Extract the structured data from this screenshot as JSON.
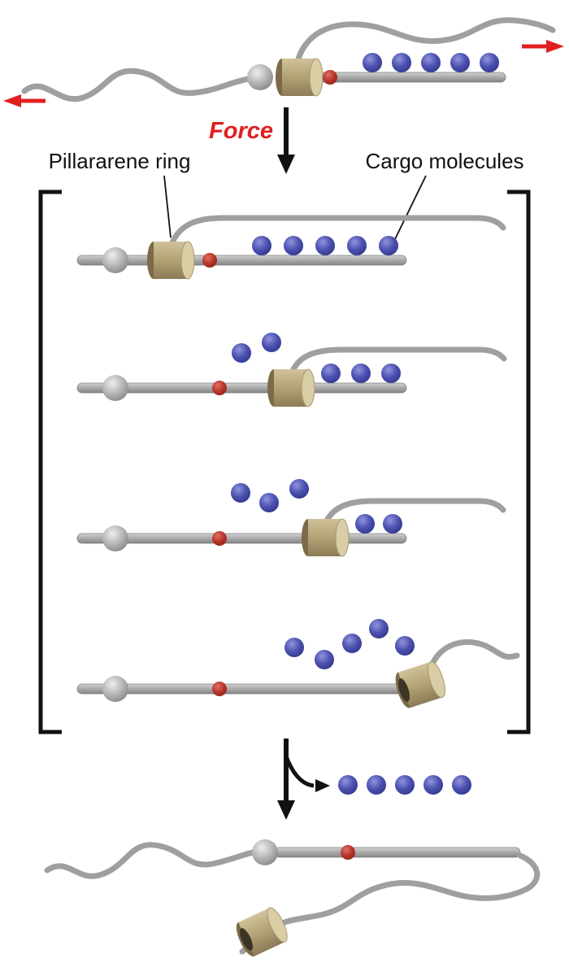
{
  "figure": {
    "force_label": "Force",
    "ring_label": "Pillararene ring",
    "cargo_label": "Cargo molecules"
  },
  "colors": {
    "cargo_blue": "#3a3f9c",
    "ring_tan": "#b2a275",
    "axle_gray": "#a8a8a8",
    "accent_red": "#e01f1f",
    "bead_red": "#b03026",
    "outline_black": "#111111",
    "background": "#ffffff"
  },
  "sequence_states": [
    {
      "name": "state-1",
      "cargo_on_axle": 5,
      "cargo_released": 0
    },
    {
      "name": "state-2",
      "cargo_on_axle": 3,
      "cargo_released": 2
    },
    {
      "name": "state-3",
      "cargo_on_axle": 2,
      "cargo_released": 3
    },
    {
      "name": "state-4",
      "cargo_on_axle": 0,
      "cargo_released": 5
    }
  ],
  "released_cargo_row_count": 5
}
